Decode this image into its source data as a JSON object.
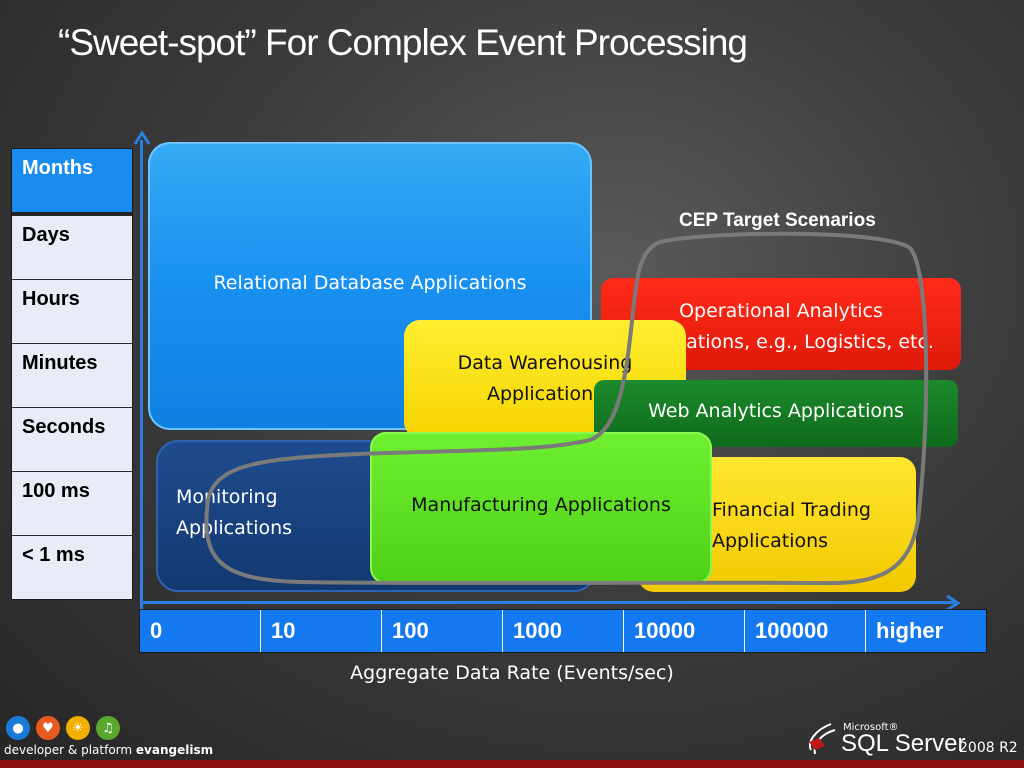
{
  "title": "“Sweet-spot” For Complex Event Processing",
  "latency_axis": [
    "Months",
    "Days",
    "Hours",
    "Minutes",
    "Seconds",
    "100 ms",
    "< 1 ms"
  ],
  "rate_axis": [
    "0",
    "10",
    "100",
    "1000",
    "10000",
    "100000",
    "higher"
  ],
  "rate_axis_label": "Aggregate Data Rate (Events/sec)",
  "boxes": {
    "relational": "Relational Database Applications",
    "monitoring_1": "Monitoring",
    "monitoring_2": "Applications",
    "operational_1": "Operational Analytics",
    "operational_2": "Applications, e.g., Logistics, etc.",
    "warehousing_1": "Data Warehousing",
    "warehousing_2": "Applications",
    "web": "Web Analytics Applications",
    "financial_1": "Financial Trading",
    "financial_2": "Applications",
    "manufacturing": "Manufacturing Applications"
  },
  "cep_label": "CEP Target Scenarios",
  "footer": {
    "dev_text_1": "developer & platform",
    "dev_text_2": "evangelism",
    "microsoft": "Microsoft®",
    "sql_server": "SQL Server",
    "version": "2008 R2"
  },
  "colors": {
    "axis_blue": "#2b7fe0",
    "relational": "#1890f0",
    "monitoring": "#133870",
    "operational": "#e01a0a",
    "warehousing": "#f6d400",
    "web": "#0f6a1c",
    "financial": "#f2c800",
    "manufacturing": "#4fd018",
    "cep_outline": "#7a7a7a"
  }
}
